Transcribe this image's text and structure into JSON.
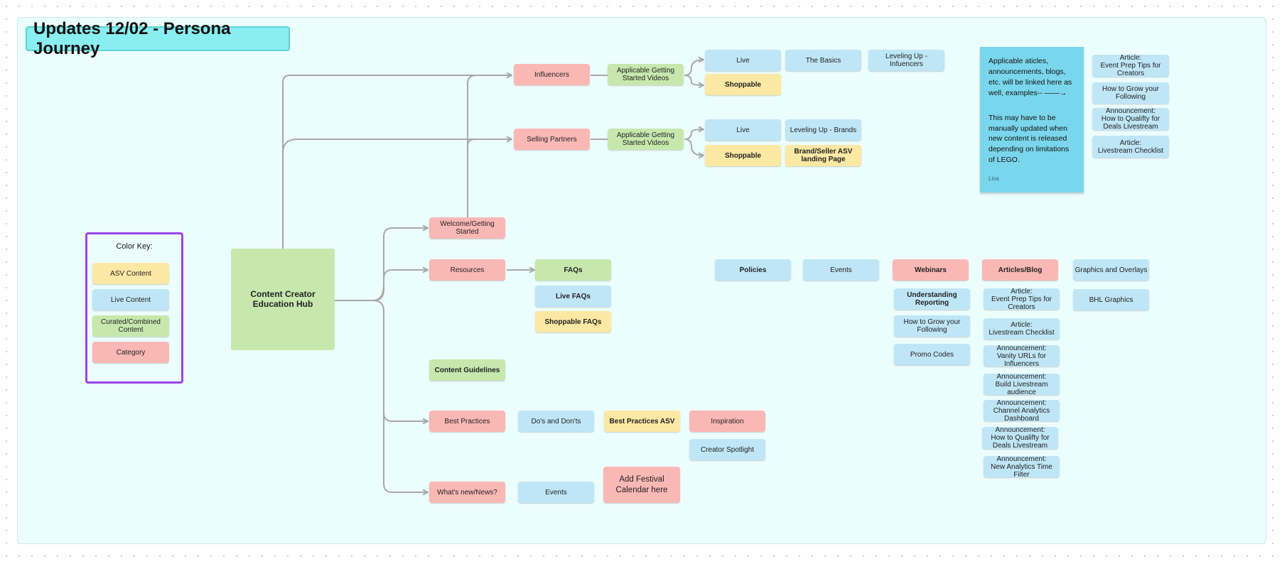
{
  "title": "Updates 12/02 - Persona Journey",
  "colors": {
    "asv": "#fbe8a3",
    "live": "#bfe6f6",
    "curated": "#c6e8ad",
    "category": "#fab8b5",
    "key_border": "#9c45e6",
    "title_bg": "#89eef0",
    "note_bg": "#7ad6ec"
  },
  "color_key": {
    "title": "Color Key:",
    "items": [
      "ASV Content",
      "Live Content",
      "Curated/Combined Content",
      "Category"
    ]
  },
  "hub": "Content Creator Education Hub",
  "categories": {
    "influencers": "Influencers",
    "selling_partners": "Selling Partners",
    "welcome": "Welcome/Getting Started",
    "resources": "Resources",
    "best_practices": "Best Practices",
    "whats_new": "What's new/News?",
    "inspiration": "Inspiration",
    "webinars": "Webinars",
    "articles_blog": "Articles/Blog",
    "add_festival": "Add Festival Calendar here"
  },
  "influencers_row": {
    "videos": "Applicable Getting Started Videos",
    "live": "Live",
    "basics": "The Basics",
    "leveling_up": "Leveling Up - Infuencers",
    "shoppable": "Shoppable"
  },
  "partners_row": {
    "videos": "Applicable Getting Started Videos",
    "live": "Live",
    "leveling_up": "Leveling Up - Brands",
    "shoppable": "Shoppable",
    "landing": "Brand/Seller ASV landing Page"
  },
  "note": {
    "text1": "Applicable aticles, announcements, blogs, etc. will be linked here as well, examples-- ——→",
    "text2": "This may have to be manually updated when new content is released depending on limitations of LEGO.",
    "author": "Lisa"
  },
  "note_examples": [
    "Article:\nEvent Prep Tips for Creators",
    "How to Grow your Following",
    "Announcement:\nHow to Qualifty for Deals Livestream",
    "Article:\nLivestream Checklist"
  ],
  "resources_items": {
    "faqs": "FAQs",
    "live_faqs": "Live FAQs",
    "shoppable_faqs": "Shoppable FAQs"
  },
  "content_guidelines": "Content Guidelines",
  "best_practices_items": {
    "dos_donts": "Do's and Don'ts",
    "asv": "Best Practices ASV",
    "creator_spotlight": "Creator Spotlight"
  },
  "whats_new_items": {
    "events": "Events"
  },
  "top_row": {
    "policies": "Policies",
    "events": "Events",
    "graphics": "Graphics and Overlays",
    "bhl": "BHL Graphics"
  },
  "webinars_items": [
    "Understanding Reporting",
    "How to Grow your Following",
    "Promo Codes"
  ],
  "articles_items": [
    "Article:\nEvent Prep Tips for Creators",
    "Article:\nLivestream Checklist",
    "Announcement:\nVanity URLs for Influencers",
    "Announcement:\nBuild Livestream audience",
    "Announcement:\nChannel Analytics Dashboard",
    "Announcement:\nHow to Qualifty for Deals Livestream",
    "Announcement:\nNew Analytics Time Filter"
  ]
}
